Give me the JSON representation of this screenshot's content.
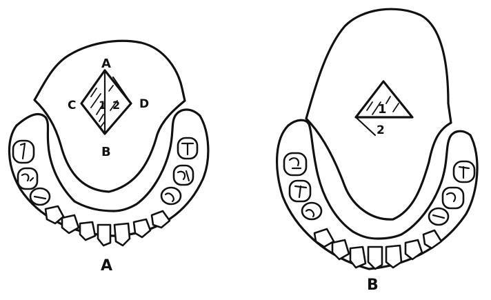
{
  "figure_a": {
    "caption": "A",
    "point_top": "A",
    "point_bottom": "B",
    "point_left": "C",
    "point_right": "D",
    "sector_labels": [
      "1",
      "2"
    ]
  },
  "figure_b": {
    "caption": "B",
    "sector_labels": [
      "1",
      "2"
    ]
  }
}
